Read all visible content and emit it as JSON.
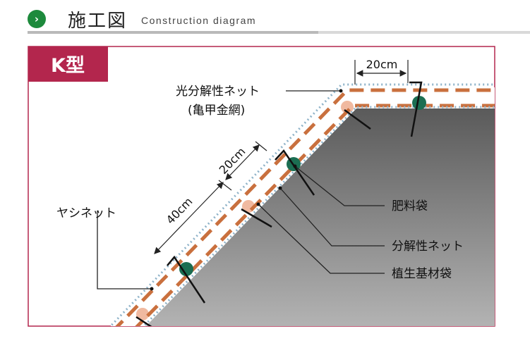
{
  "header": {
    "icon": "chevron-right-icon",
    "title": "施工図",
    "subtitle": "Construction diagram",
    "accent_color": "#1d8a3c"
  },
  "diagram": {
    "type_badge": "K型",
    "badge_color": "#b3264d",
    "dimension_top": "20cm",
    "dimension_slope_short": "20cm",
    "dimension_slope_long": "40cm",
    "labels": {
      "photo_net_line1": "光分解性ネット",
      "photo_net_line2": "(亀甲金網)",
      "coconut_net": "ヤシネット",
      "fertilizer_bag": "肥料袋",
      "degradable_net": "分解性ネット",
      "vegetation_bag": "植生基材袋"
    },
    "colors": {
      "border": "#b3264d",
      "dashed_bag": "#c9703e",
      "net_dots": "#8fb3c9",
      "fertilizer": "#1b6e52",
      "seed_bag": "#f0b9a0"
    }
  }
}
